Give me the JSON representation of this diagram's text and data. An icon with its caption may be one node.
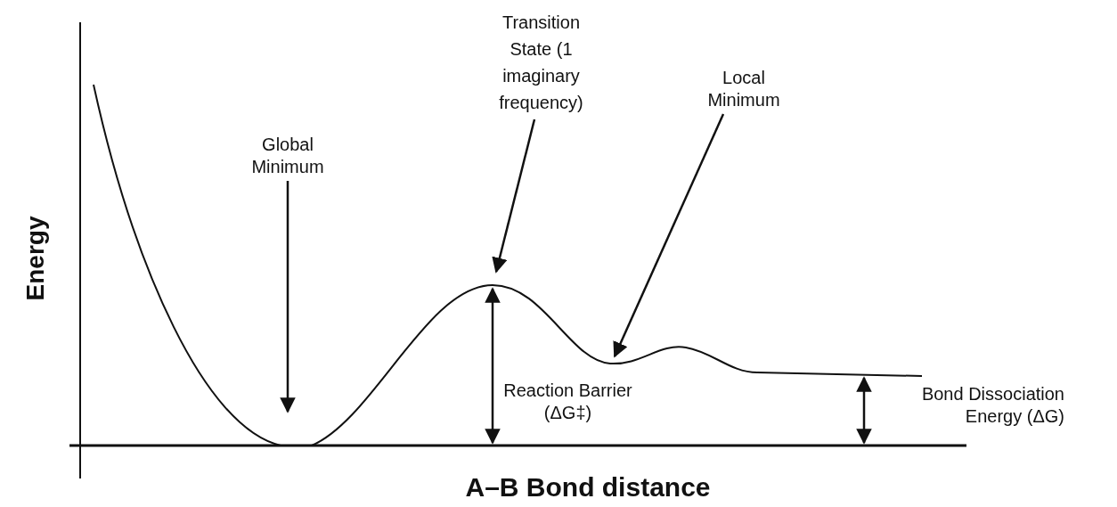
{
  "diagram": {
    "nodes": [
      {
        "text": [
          "Global Minimum"
        ]
      },
      {
        "text": [
          "Transition State (1 imaginary frequency)"
        ]
      },
      {
        "text": [
          "Local Minimum"
        ]
      }
    ],
    "edges": [
      {
        "from": 0,
        "to": null,
        "arrow": "to"
      },
      {
        "from": 1,
        "to": null,
        "arrow": "to"
      },
      {
        "from": 2,
        "to": null,
        "arrow": "to"
      }
    ],
    "labels": [
      "Energy",
      "Reaction Barrier (ΔG‡)",
      "Bond Dissociation Energy (ΔG)",
      "A–B Bond distance"
    ]
  }
}
